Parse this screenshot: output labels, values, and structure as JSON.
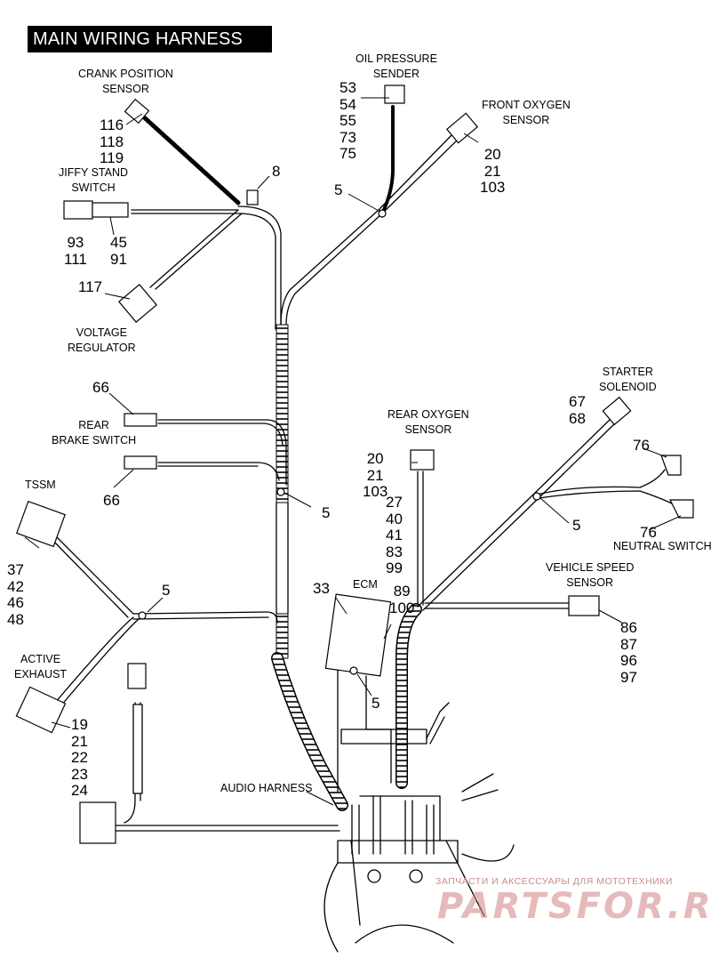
{
  "title": "MAIN WIRING HARNESS",
  "components": {
    "crank_position_sensor": {
      "label": [
        "CRANK POSITION",
        "SENSOR"
      ],
      "refs": [
        "116",
        "118",
        "119"
      ]
    },
    "oil_pressure_sender": {
      "label": [
        "OIL PRESSURE",
        "SENDER"
      ],
      "refs": [
        "53",
        "54",
        "55",
        "73",
        "75"
      ]
    },
    "front_oxygen_sensor": {
      "label": [
        "FRONT OXYGEN",
        "SENSOR"
      ],
      "refs": [
        "20",
        "21",
        "103"
      ]
    },
    "jiffy_stand_switch": {
      "label": [
        "JIFFY STAND",
        "SWITCH"
      ],
      "refs_left": [
        "93",
        "111"
      ],
      "refs_right": [
        "45",
        "91"
      ]
    },
    "voltage_regulator": {
      "label": [
        "VOLTAGE",
        "REGULATOR"
      ],
      "ref": "117"
    },
    "rear_brake_switch": {
      "label": [
        "REAR",
        "BRAKE SWITCH"
      ],
      "ref_top": "66",
      "ref_bottom": "66"
    },
    "rear_oxygen_sensor": {
      "label": [
        "REAR OXYGEN",
        "SENSOR"
      ],
      "refs": [
        "20",
        "21",
        "103"
      ],
      "refs_lower": [
        "27",
        "40",
        "41",
        "83",
        "99"
      ]
    },
    "starter_solenoid": {
      "label": [
        "STARTER",
        "SOLENOID"
      ],
      "refs": [
        "67",
        "68"
      ]
    },
    "neutral_switch": {
      "label": "NEUTRAL SWITCH",
      "ref_top": "76",
      "ref_bottom": "76"
    },
    "tssm": {
      "label": "TSSM",
      "refs": [
        "37",
        "42",
        "46",
        "48"
      ]
    },
    "vehicle_speed_sensor": {
      "label": [
        "VEHICLE SPEED",
        "SENSOR"
      ],
      "refs": [
        "86",
        "87",
        "96",
        "97"
      ]
    },
    "ecm": {
      "label": "ECM",
      "ref_left": "33",
      "refs_right": [
        "89",
        "100"
      ]
    },
    "active_exhaust": {
      "label": [
        "ACTIVE",
        "EXHAUST"
      ],
      "refs": [
        "19",
        "21",
        "22",
        "23",
        "24"
      ]
    },
    "audio_harness": {
      "label": "AUDIO HARNESS"
    }
  },
  "callouts": {
    "clip_top": "8",
    "clip_front_o2": "5",
    "clip_mid": "5",
    "clip_right": "5",
    "clip_tssm": "5",
    "clip_ecm": "5"
  },
  "watermark": {
    "tagline": "ЗАПЧАСТИ И АКСЕССУАРЫ ДЛЯ МОТОТЕХНИКИ",
    "brand": "PARTSFOR.RU"
  },
  "colors": {
    "line": "#000000",
    "background": "#ffffff",
    "title_bg": "#000000",
    "title_fg": "#ffffff",
    "watermark": "#d28282"
  }
}
